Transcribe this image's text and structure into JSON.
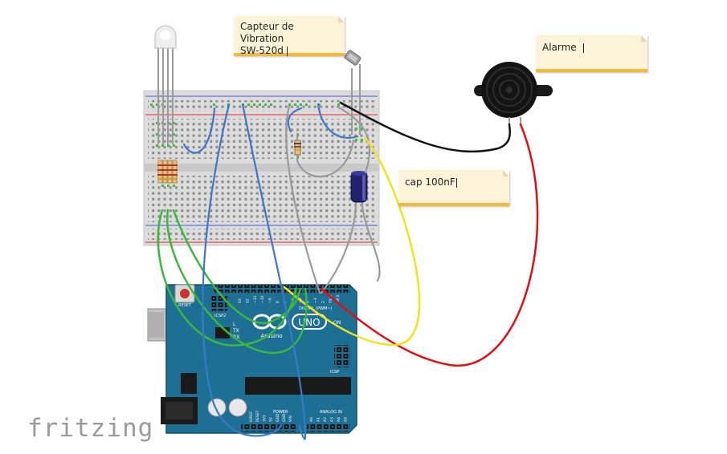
{
  "notes": {
    "capteur_line1": "Capteur de Vibration",
    "capteur_line2": "SW-520d",
    "alarme": "Alarme",
    "cap": "cap 100nF"
  },
  "board": {
    "reset_label": "RESET",
    "icsp2_label": "ICSP2",
    "tx_label": "TX",
    "rx_label": "RX",
    "l_label": "L",
    "on_label": "ON",
    "uno_label": "UNO",
    "arduino_label": "Arduino",
    "icsp_label": "ICSP",
    "power_label": "POWER",
    "analog_label": "ANALOG IN",
    "digital_label": "DIGITAL (PWM~)",
    "aref_label": "AREF",
    "gnd_label": "GND",
    "digital_pins": [
      "13",
      "12",
      "~11",
      "~10",
      "~9",
      "8",
      "7",
      "~6",
      "~5",
      "4",
      "~3",
      "2",
      "TX 1",
      "RX 0"
    ],
    "power_pins": [
      "IOREF",
      "RESET",
      "3V3",
      "5V",
      "GND",
      "GND",
      "VIN"
    ],
    "analog_pins": [
      "A0",
      "A1",
      "A2",
      "A3",
      "A4",
      "A5"
    ]
  },
  "brand": "fritzing",
  "colors": {
    "board": "#1d6f94",
    "breadboard": "#dcdcdc",
    "wire_blue": "#3a78c8",
    "wire_green": "#3bb83b",
    "wire_gray": "#9a9a9a",
    "wire_yellow": "#f0e31a",
    "wire_red": "#e01010",
    "wire_black": "#111111"
  }
}
